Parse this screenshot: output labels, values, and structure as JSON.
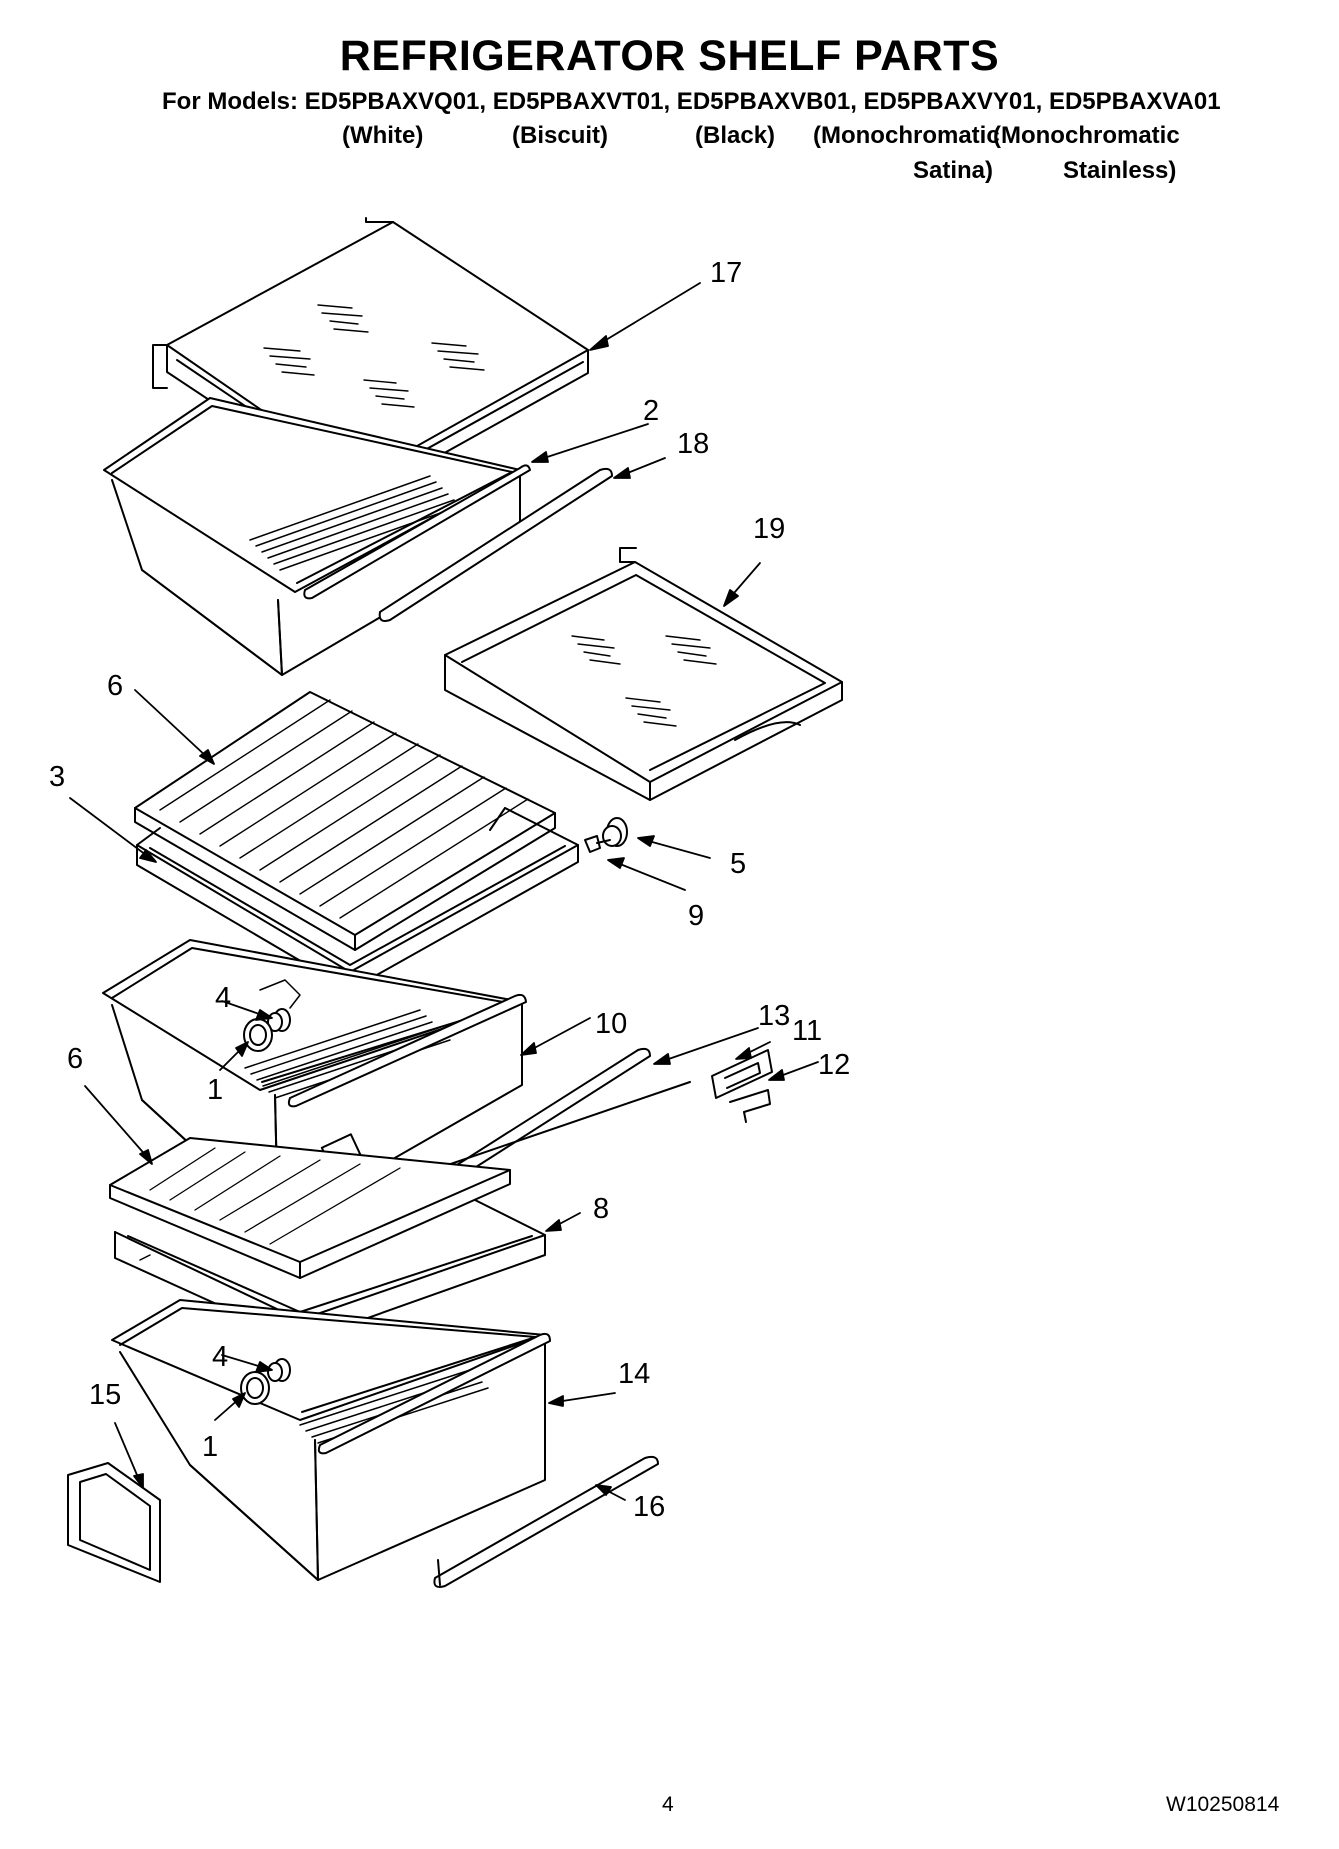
{
  "title": "REFRIGERATOR SHELF PARTS",
  "models_line": "For Models: ED5PBAXVQ01, ED5PBAXVT01, ED5PBAXVB01, ED5PBAXVY01, ED5PBAXVA01",
  "variants": {
    "white": "(White)",
    "biscuit": "(Biscuit)",
    "black": "(Black)",
    "mono_satina_1": "(Monochromatic",
    "mono_satina_2": "Satina)",
    "mono_stainless_1": "(Monochromatic",
    "mono_stainless_2": "Stainless)"
  },
  "callouts": {
    "c17": "17",
    "c2": "2",
    "c18": "18",
    "c19": "19",
    "c6a": "6",
    "c3": "3",
    "c5": "5",
    "c9": "9",
    "c4a": "4",
    "c1a": "1",
    "c10": "10",
    "c13": "13",
    "c11": "11",
    "c12": "12",
    "c6b": "6",
    "c8": "8",
    "c4b": "4",
    "c1b": "1",
    "c14": "14",
    "c15": "15",
    "c16": "16"
  },
  "footer": {
    "page": "4",
    "doc_number": "W10250814"
  }
}
